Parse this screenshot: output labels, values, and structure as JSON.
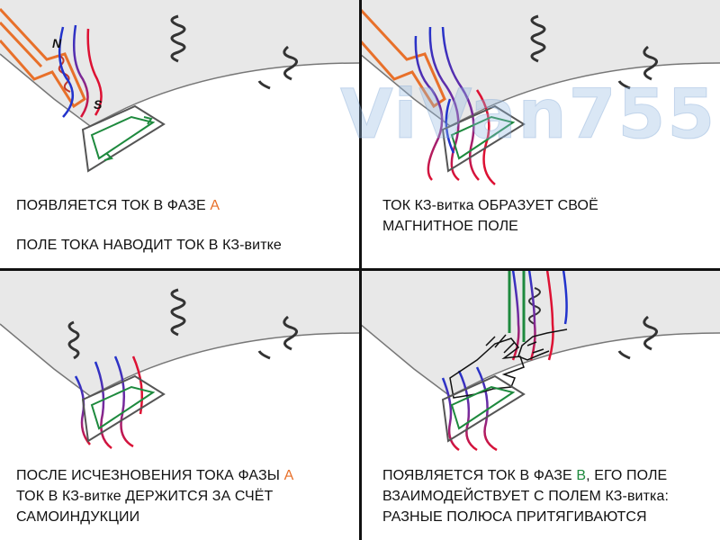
{
  "panels": {
    "p1": {
      "line1_prefix": "ПОЯВЛЯЕТСЯ ТОК В ФАЗЕ ",
      "line1_phase": "А",
      "line2": "ПОЛЕ ТОКА НАВОДИТ ТОК В КЗ-витке",
      "pole_n": "N",
      "pole_s": "S"
    },
    "p2": {
      "line1": "ТОК КЗ-витка ОБРАЗУЕТ СВОЁ",
      "line2": "МАГНИТНОЕ ПОЛЕ"
    },
    "p3": {
      "line1_prefix": "ПОСЛЕ ИСЧЕЗНОВЕНИЯ ТОКА ФАЗЫ ",
      "line1_phase": "А",
      "line2": "ТОК В КЗ-витке ДЕРЖИТСЯ ЗА СЧЁТ",
      "line3": "САМОИНДУКЦИИ"
    },
    "p4": {
      "line1_prefix": "ПОЯВЛЯЕТСЯ ТОК В ФАЗЕ ",
      "line1_phase": "В",
      "line1_suffix": ", ЕГО ПОЛЕ",
      "line2": "ВЗАИМОДЕЙСТВУЕТ С ПОЛЕМ КЗ-витка:",
      "line3": "РАЗНЫЕ ПОЛЮСА ПРИТЯГИВАЮТСЯ"
    }
  },
  "watermark": "ViVan755",
  "colors": {
    "phase_a": "#e8702a",
    "phase_b": "#1e8a3e",
    "field_blue": "#2233cc",
    "field_red": "#dd1133",
    "field_purple": "#7a2a9a",
    "stator": "#e8e8e8",
    "coil": "#333333"
  }
}
